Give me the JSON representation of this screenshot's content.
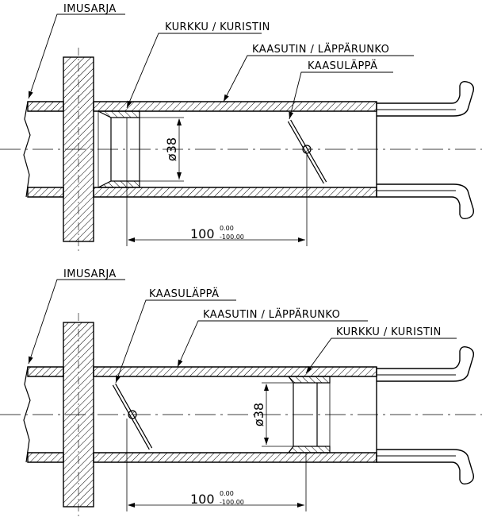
{
  "colors": {
    "line": "#000000",
    "background": "#ffffff"
  },
  "views": [
    {
      "labels": {
        "manifold": "IMUSARJA",
        "throat": "KURKKU / KURISTIN",
        "body": "KAASUTIN / LÄPPÄRUNKO",
        "throttle": "KAASULÄPPÄ"
      },
      "diameter": "ø38",
      "distance": "100",
      "tol_upper": "0.00",
      "tol_lower": "-100.00"
    },
    {
      "labels": {
        "manifold": "IMUSARJA",
        "throttle": "KAASULÄPPÄ",
        "body": "KAASUTIN / LÄPPÄRUNKO",
        "throat": "KURKKU / KURISTIN"
      },
      "diameter": "ø38",
      "distance": "100",
      "tol_upper": "0.00",
      "tol_lower": "-100.00"
    }
  ]
}
